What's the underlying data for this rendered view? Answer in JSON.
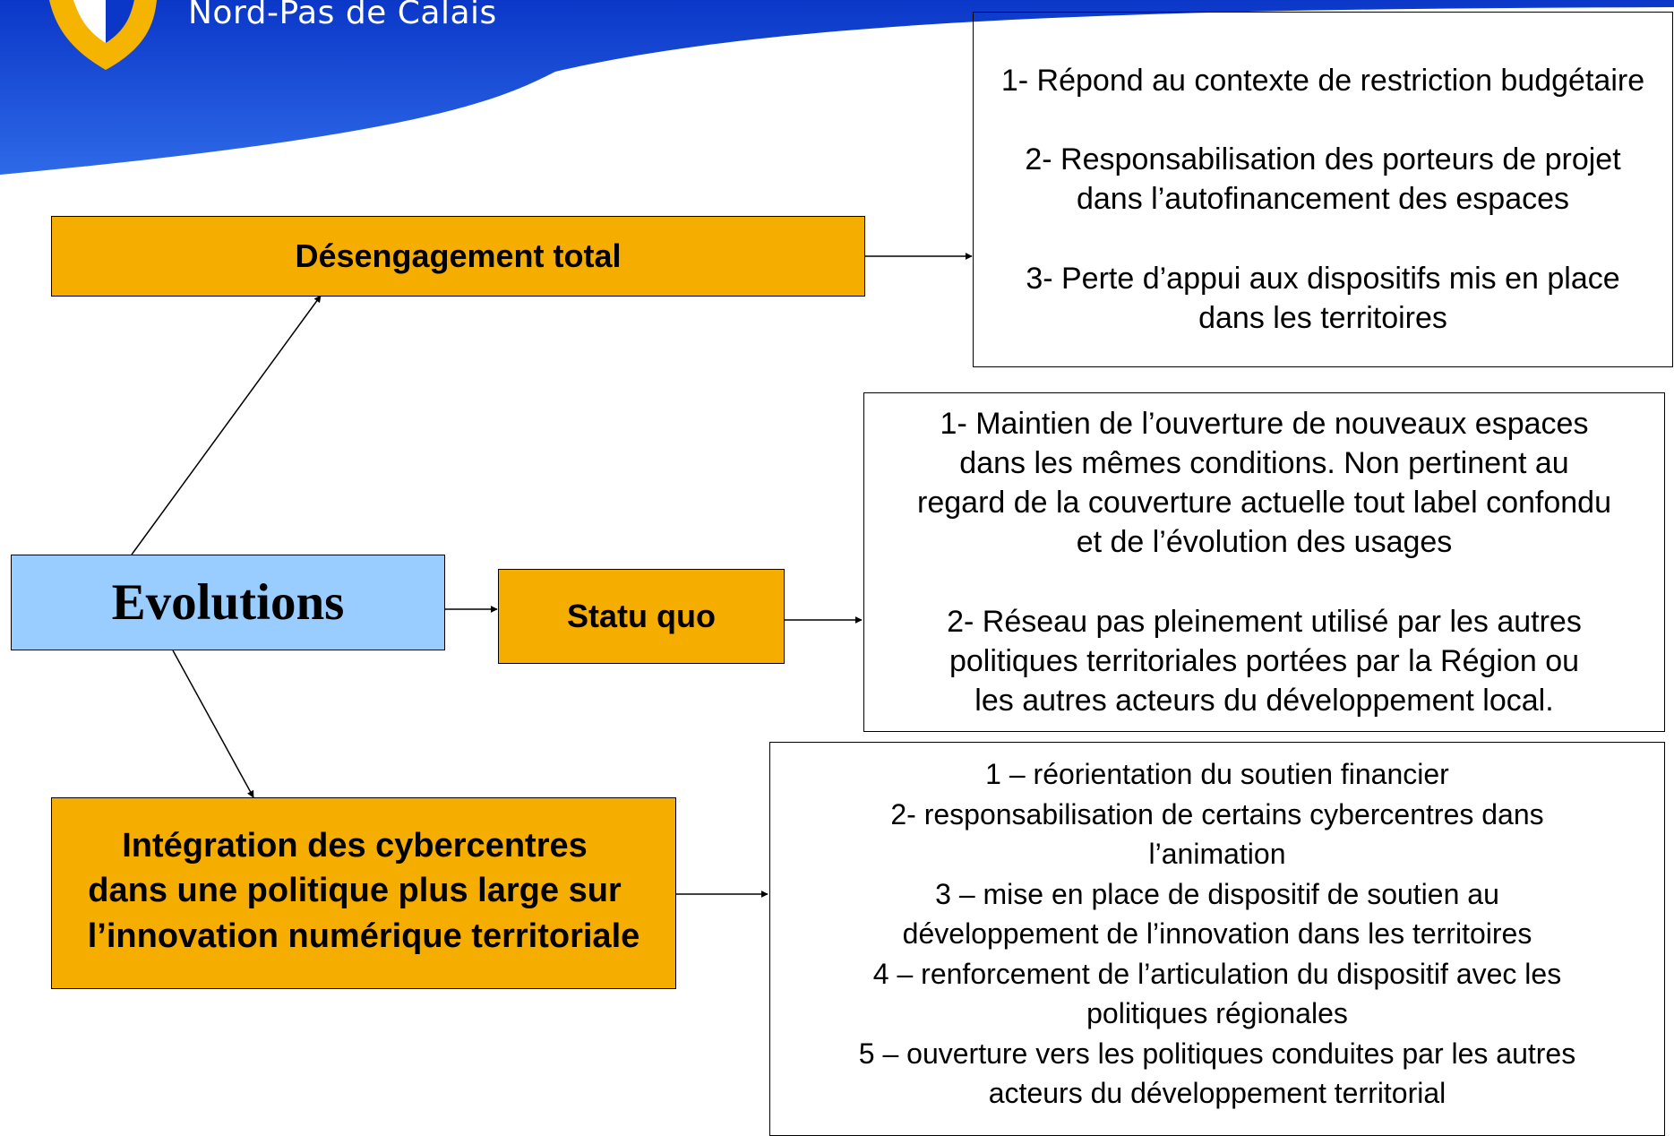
{
  "header": {
    "logo_text": "Nord-Pas de Calais",
    "colors": {
      "band_top": "#0b37c8",
      "band_bottom": "#2a64e6",
      "shield": "#f5b400"
    }
  },
  "colors": {
    "orange_box": "#f5ae00",
    "blue_box": "#99ccff",
    "arrow": "#000000"
  },
  "root": {
    "label": "Evolutions"
  },
  "branches": {
    "desengagement": {
      "label": "Désengagement total",
      "details": [
        "1- Répond au contexte de restriction budgétaire",
        "2- Responsabilisation des porteurs de projet",
        "dans l’autofinancement des espaces",
        "3- Perte d’appui aux dispositifs mis en place",
        "dans les territoires"
      ]
    },
    "statu_quo": {
      "label": "Statu quo",
      "details": [
        "1- Maintien de l’ouverture de nouveaux espaces",
        "dans les mêmes conditions. Non pertinent au",
        "regard de la couverture actuelle tout label confondu",
        "et de l’évolution des usages",
        "2- Réseau pas pleinement utilisé par les autres",
        "politiques territoriales portées par la Région ou",
        "les autres acteurs du développement local."
      ]
    },
    "integration": {
      "label_lines": [
        "Intégration des cybercentres",
        "dans une politique plus large sur",
        "l’innovation numérique territoriale"
      ],
      "details": [
        "1 – réorientation du soutien financier",
        "2- responsabilisation de certains cybercentres dans",
        "l’animation",
        "3 – mise en place de dispositif de soutien au",
        "développement de l’innovation dans les territoires",
        "4 – renforcement de l’articulation du dispositif avec les",
        "politiques régionales",
        "5 – ouverture vers les politiques conduites par les autres",
        "acteurs du développement territorial"
      ]
    }
  }
}
